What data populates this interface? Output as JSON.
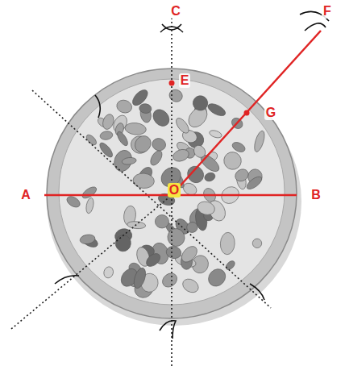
{
  "diagram": {
    "labels": [
      "C",
      "E",
      "F",
      "G",
      "A",
      "O",
      "B"
    ]
  }
}
